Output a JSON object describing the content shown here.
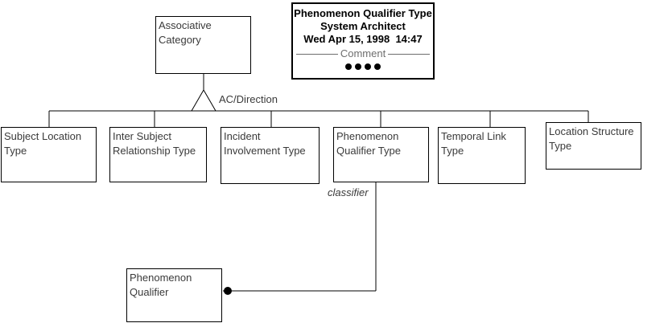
{
  "diagram": {
    "title_block": {
      "title": "Phenomenon Qualifier Type",
      "tool_name": "System Architect",
      "timestamp": "Wed Apr 15, 1998  14:47",
      "comment_label": "Comment",
      "dots_count": 4
    },
    "parent_box": {
      "label": "Associative Category"
    },
    "relationship_label": "AC/Direction",
    "classifier_label": "classifier",
    "child_boxes": [
      {
        "label": "Subject Location Type"
      },
      {
        "label": "Inter Subject Relationship Type"
      },
      {
        "label": "Incident Involvement Type"
      },
      {
        "label": "Phenomenon Qualifier Type"
      },
      {
        "label": "Temporal Link Type"
      },
      {
        "label": "Location Structure Type"
      }
    ],
    "instance_box": {
      "label": "Phenomenon Qualifier"
    },
    "colors": {
      "background": "#ffffff",
      "line": "#000000",
      "box_text": "#3a3a3a",
      "title_text": "#000000",
      "comment_text": "#6e6e6e"
    }
  }
}
